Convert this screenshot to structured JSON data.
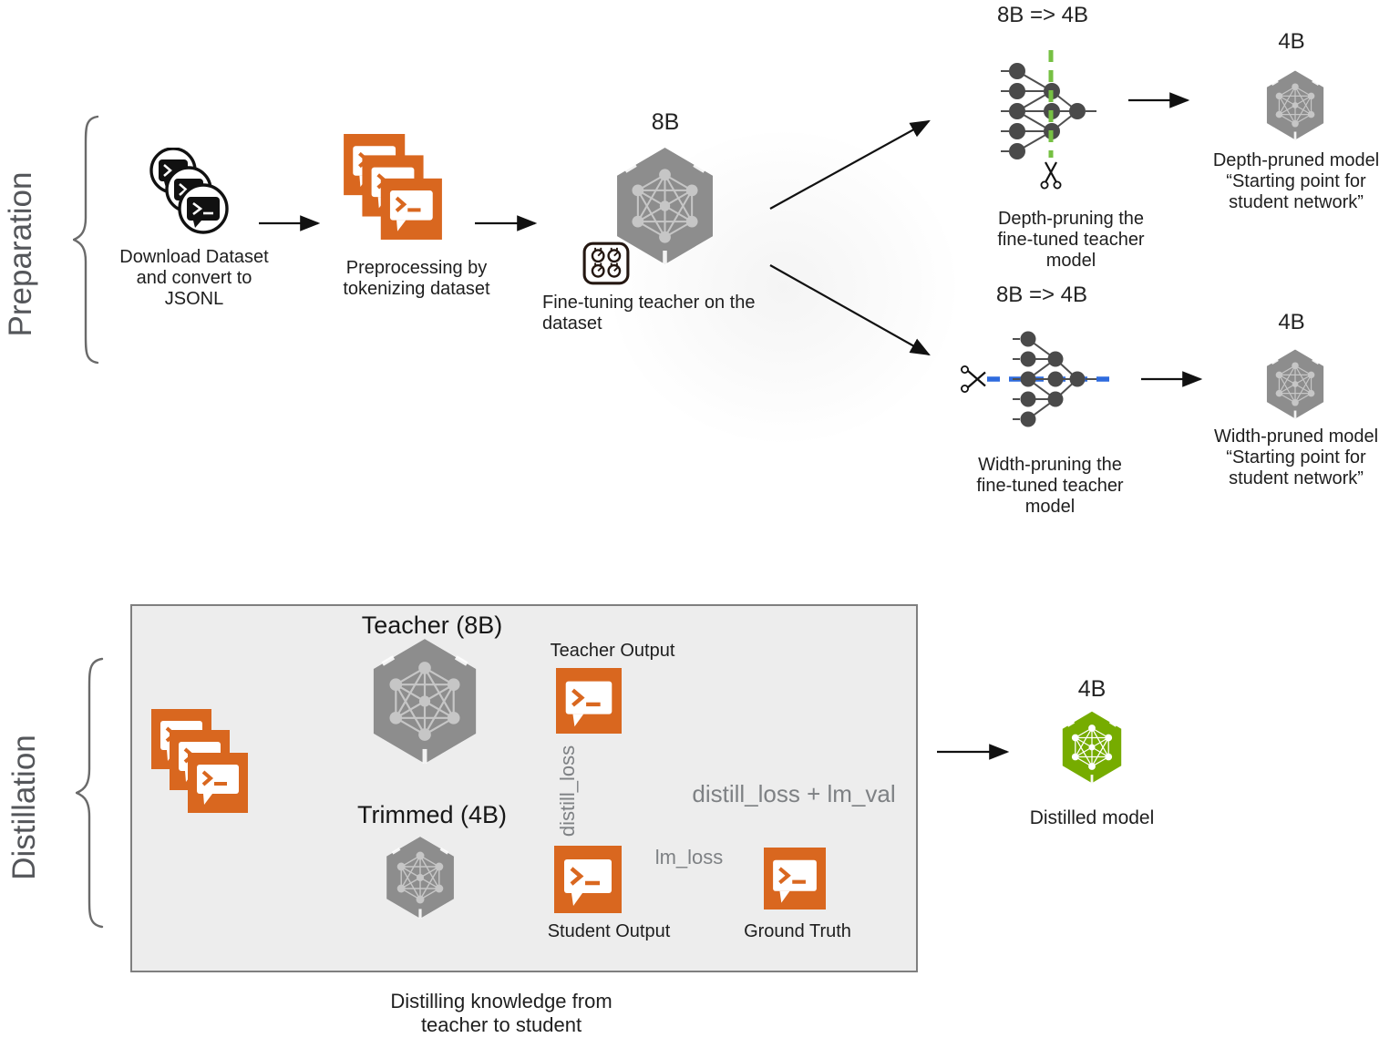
{
  "preparation": {
    "section_label": "Preparation",
    "download_caption": "Download Dataset\nand convert to\nJSONL",
    "preprocess_caption": "Preprocessing by\ntokenizing dataset",
    "teacher_size": "8B",
    "finetune_caption": "Fine-tuning teacher on the\ndataset",
    "depth": {
      "title": "8B => 4B",
      "caption": "Depth-pruning the\nfine-tuned teacher model",
      "result_size": "4B",
      "result_caption": "Depth-pruned model\n“Starting point for\nstudent network”"
    },
    "width": {
      "title": "8B => 4B",
      "caption": "Width-pruning the\nfine-tuned teacher model",
      "result_size": "4B",
      "result_caption": "Width-pruned model\n“Starting point for\nstudent network”"
    }
  },
  "distillation": {
    "section_label": "Distillation",
    "teacher_title": "Teacher (8B)",
    "trimmed_title": "Trimmed (4B)",
    "teacher_output_label": "Teacher Output",
    "student_output_label": "Student Output",
    "ground_truth_label": "Ground Truth",
    "distill_loss_label": "distill_loss",
    "lm_loss_label": "lm_loss",
    "combined_loss_label": "distill_loss + lm_val",
    "result_size": "4B",
    "result_caption": "Distilled model",
    "box_caption": "Distilling knowledge from\nteacher to student"
  },
  "colors": {
    "orange": "#D9671F",
    "model_gray": "#8D8D8D",
    "model_green": "#76AC00",
    "depth_cut_green": "#76C043",
    "width_cut_blue": "#2E6BDE",
    "box_background": "#EDEDED",
    "text_dark": "#1E1E1E",
    "section_label_gray": "#54565A",
    "loss_text_gray": "#7E8184"
  }
}
